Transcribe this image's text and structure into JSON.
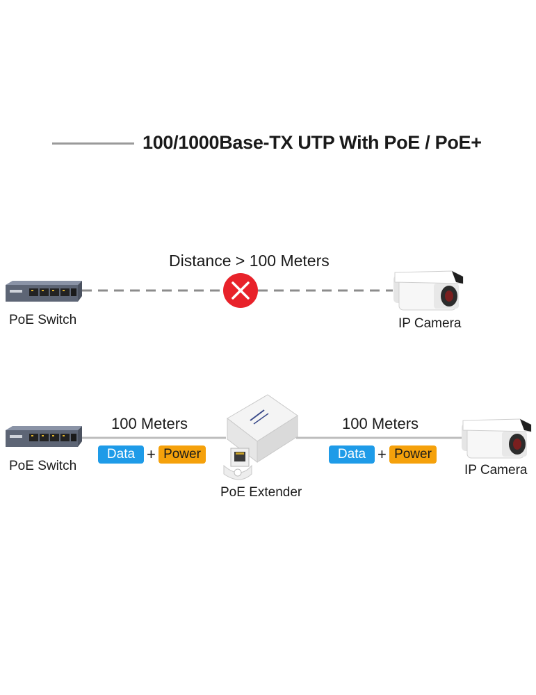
{
  "title": "100/1000Base-TX UTP With PoE / PoE+",
  "scenario_without_extender": {
    "distance_label": "Distance > 100 Meters",
    "left_device": "PoE Switch",
    "right_device": "IP Camera",
    "status_icon": "x-mark-icon",
    "status_color": "#e8222a"
  },
  "scenario_with_extender": {
    "left_device": "PoE Switch",
    "middle_device": "PoE Extender",
    "right_device": "IP Camera",
    "left_segment": {
      "distance": "100 Meters",
      "data": "Data",
      "plus": "+",
      "power": "Power"
    },
    "right_segment": {
      "distance": "100 Meters",
      "data": "Data",
      "plus": "+",
      "power": "Power"
    },
    "colors": {
      "data": "#1e9be8",
      "power": "#f5a10b"
    }
  }
}
